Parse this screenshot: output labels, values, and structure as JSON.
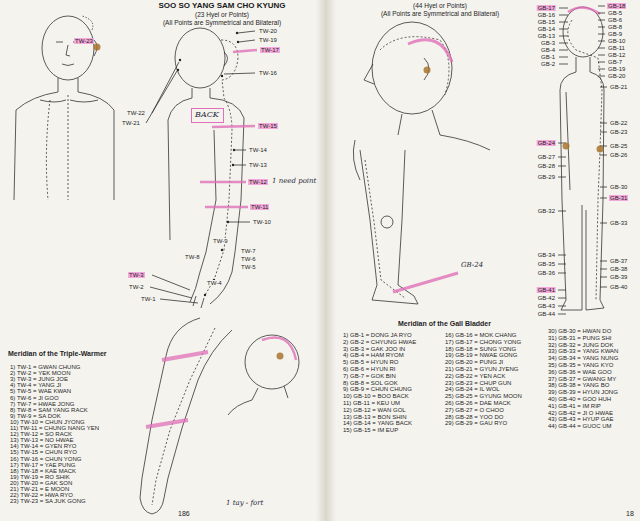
{
  "diagram": {
    "title": "SOO SO YANG SAM CHO KYUNG",
    "nodes": [
      {
        "text": [
          "BACK"
        ]
      }
    ],
    "labels": [
      "(23 Hyel or Points)",
      "(All Points are Symmetrical and Bilateral)",
      "TW-23",
      "TW-20",
      "TW-19",
      "TW-17",
      "TW-22",
      "TW-21",
      "TW-16",
      "TW-15",
      "TW-14",
      "TW-13",
      "TW-12",
      "TW-11",
      "TW-10",
      "TW-9",
      "TW-8",
      "TW-7",
      "TW-6",
      "TW-5",
      "TW-4",
      "TW-3",
      "TW-2",
      "TW-1",
      "1 need point",
      "Meridian of the Triple-Warmer",
      "1) TW-1 = GWAN CHUNG",
      "2) TW-2 = YEK MOON",
      "3) TW-3 = JUNG JOE",
      "4) TW-4 = YANG JI",
      "5) TW-5 = WAE KWAN",
      "6) TW-6 = JI GOO",
      "7) TW-7 = HWAE JONG",
      "8) TW-8 = SAM YANG RACK",
      "9) TW-9 = SA DOK",
      "10) TW-10 = CHUN JYONG",
      "11) TW-11 = CHUNG NANG YEN",
      "12) TW-12 = SO RACK",
      "13) TW-13 = NO HWAE",
      "14) TW-14 = GYEN RYO",
      "15) TW-15 = CHUN RYO",
      "16) TW-16 = CHUN YONG",
      "17) TW-17 = YAE PUNG",
      "18) TW-18 = KAE MACK",
      "19) TW-19 = RO SHIK",
      "20) TW-20 = GAK SON",
      "21) TW-21 = E MOON",
      "22) TW-22 = HWA RYO",
      "23) TW-23 = SA JUK GONG",
      "1 tay - fort",
      "186",
      "(44 Hyel or Points)",
      "(All Points are Symmetrical and Bilateral)",
      "GB-17",
      "GB-16",
      "GB-15",
      "GB-14",
      "GB-13",
      "GB-3",
      "GB-4",
      "GB-1",
      "GB-2",
      "GB-18",
      "GB-5",
      "GB-6",
      "GB-8",
      "GB-9",
      "GB-10",
      "GB-11",
      "GB-12",
      "GB-7",
      "GB-19",
      "GB-20",
      "GB-21",
      "GB-22",
      "GB-23",
      "GB-25",
      "GB-26",
      "GB-30",
      "GB-31",
      "GB-33",
      "GB-37",
      "GB-38",
      "GB-39",
      "GB-40",
      "GB-24",
      "GB-27",
      "GB-28",
      "GB-29",
      "GB-32",
      "GB-34",
      "GB-35",
      "GB-36",
      "GB-41",
      "GB-42",
      "GB-43",
      "GB-44",
      "GB-24",
      "Meridian of the Gall Bladder",
      "1) GB-1 = DONG JA RYO",
      "2) GB-2 = CHYUNG HWAE",
      "3) GB-3 = GAK JOO IN",
      "4) GB-4 = HAM RYOM",
      "5) GB-5 = HYUN RO",
      "6) GB-6 = HYUN RI",
      "7) GB-7 = GOK BIN",
      "8) GB-8 = SOL GOK",
      "9) GB-9 = CHUN CHUNG",
      "10) GB-10 = BOO BACK",
      "11) GB-11 = KEU UM",
      "12) GB-12 = WAN GOL",
      "13) GB-13 = BON SHIN",
      "14) GB-14 = YANG BACK",
      "15) GB-15 = IM EUP",
      "16) GB-16 = MOK CHANG",
      "17) GB-17 = CHONG YONG",
      "18) GB-18 = SUNG YONG",
      "19) GB-19 = NWAE GONG",
      "20) GB-20 = PUNG JI",
      "21) GB-21 = GYUN JYENG",
      "22) GB-22 = YEN ACK",
      "23) GB-23 = CHUP GUN",
      "24) GB-24 = IL WOL",
      "25) GB-25 = GYUNG MOON",
      "26) GB-26 = DAE MACK",
      "27) GB-27 = O CHOO",
      "28) GB-28 = YOO DO",
      "29) GB-29 = GAU RYO",
      "30) GB-30 = HWAN DO",
      "31) GB-31 = PUNG SHI",
      "32) GB-32 = JUNG DOK",
      "33) GB-33 = YANG KWAN",
      "34) GB-34 = YANG NUNG",
      "35) GB-35 = YANG KYO",
      "36) GB-36 = WAE GOO",
      "37) GB-37 = GWANG MY",
      "38) GB-38 = YANG BO",
      "39) GB-39 = HYUN JONG",
      "40) GB-40 = GOO HUH",
      "41) GB-41 = IM RIP",
      "42) GB-42 = JI O HWAE",
      "43) GB-43 = HYUP GAE",
      "44) GB-44 = GUOC UM",
      "18"
    ]
  }
}
